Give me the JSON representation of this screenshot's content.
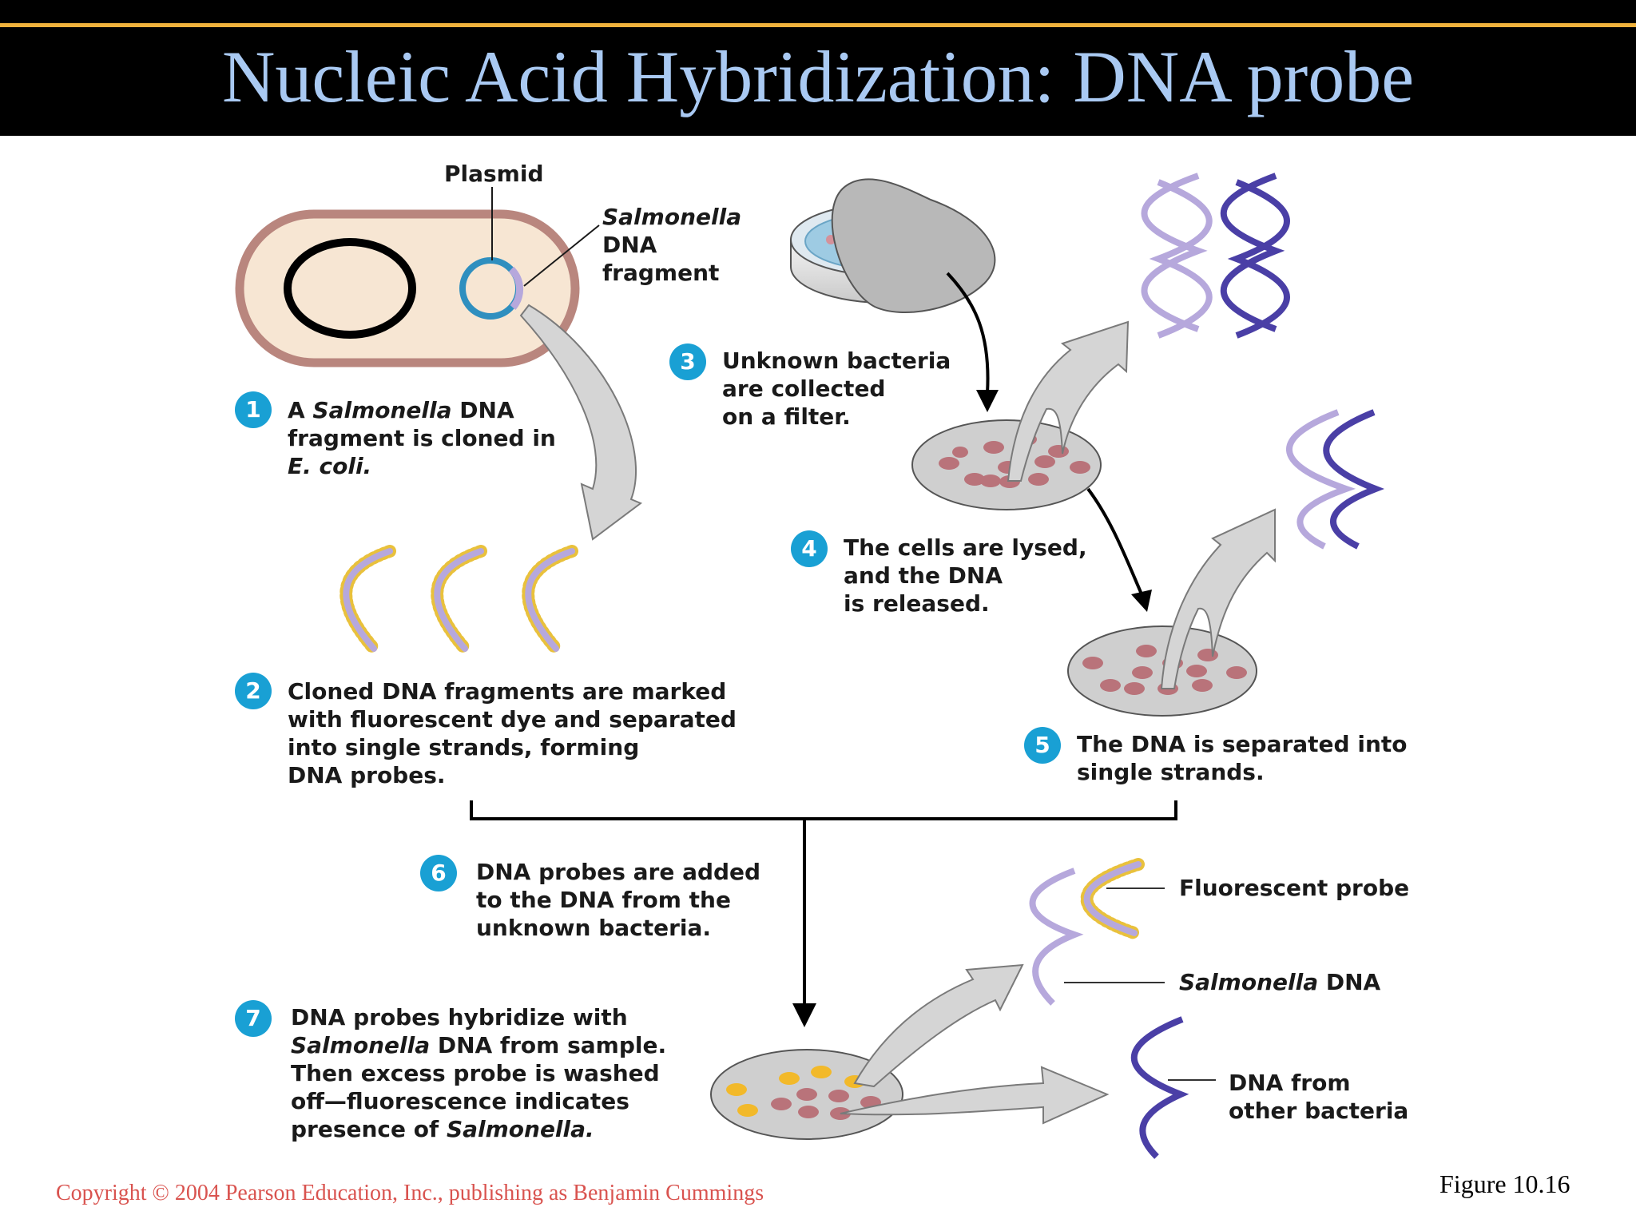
{
  "title": "Nucleic Acid Hybridization: DNA probe",
  "labels": {
    "plasmid": "Plasmid",
    "salmonella_fragment": [
      "Salmonella",
      "DNA",
      "fragment"
    ],
    "fluorescent_probe": "Fluorescent probe",
    "salmonella_dna": {
      "italic": "Salmonella",
      "rest": " DNA"
    },
    "other_dna": [
      "DNA from",
      "other bacteria"
    ]
  },
  "steps": [
    {
      "number": "1",
      "lines": [
        [
          {
            "t": "A "
          },
          {
            "t": "Salmonella",
            "i": true
          },
          {
            "t": " DNA"
          }
        ],
        [
          {
            "t": "fragment is cloned in"
          }
        ],
        [
          {
            "t": "E. coli.",
            "i": true
          }
        ]
      ]
    },
    {
      "number": "2",
      "lines": [
        [
          {
            "t": "Cloned DNA fragments are marked"
          }
        ],
        [
          {
            "t": "with fluorescent dye and separated"
          }
        ],
        [
          {
            "t": "into single strands, forming"
          }
        ],
        [
          {
            "t": "DNA probes."
          }
        ]
      ]
    },
    {
      "number": "3",
      "lines": [
        [
          {
            "t": "Unknown bacteria"
          }
        ],
        [
          {
            "t": "are collected"
          }
        ],
        [
          {
            "t": "on a filter."
          }
        ]
      ]
    },
    {
      "number": "4",
      "lines": [
        [
          {
            "t": "The cells are lysed,"
          }
        ],
        [
          {
            "t": "and the DNA"
          }
        ],
        [
          {
            "t": "is released."
          }
        ]
      ]
    },
    {
      "number": "5",
      "lines": [
        [
          {
            "t": "The DNA is separated into"
          }
        ],
        [
          {
            "t": "single strands."
          }
        ]
      ]
    },
    {
      "number": "6",
      "lines": [
        [
          {
            "t": "DNA probes are added"
          }
        ],
        [
          {
            "t": "to the DNA from the"
          }
        ],
        [
          {
            "t": "unknown bacteria."
          }
        ]
      ]
    },
    {
      "number": "7",
      "lines": [
        [
          {
            "t": "DNA probes hybridize with"
          }
        ],
        [
          {
            "t": "Salmonella",
            "i": true
          },
          {
            "t": " DNA from sample."
          }
        ],
        [
          {
            "t": "Then excess probe is washed"
          }
        ],
        [
          {
            "t": "off—fluorescence indicates"
          }
        ],
        [
          {
            "t": "presence of "
          },
          {
            "t": "Salmonella.",
            "i": true
          }
        ]
      ]
    }
  ],
  "copyright": "Copyright © 2004 Pearson Education, Inc., publishing as Benjamin Cummings",
  "figure_number": "Figure 10.16",
  "colors": {
    "title": "#a9c9f2",
    "badge": "#19a0d4",
    "copyright": "#d9534f",
    "dark_dna": "#4a3fa6",
    "light_dna": "#b6a8dc",
    "probe_glow": "#e9c13c",
    "cell_dot": "#b9737a"
  }
}
